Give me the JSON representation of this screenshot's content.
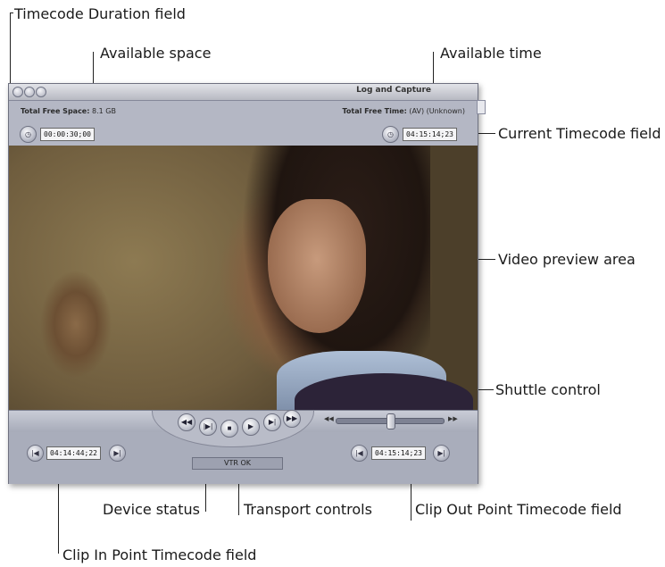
{
  "callouts": {
    "timecode_duration": "Timecode Duration field",
    "available_space": "Available space",
    "available_time": "Available time",
    "current_timecode": "Current Timecode field",
    "video_preview": "Video preview area",
    "shuttle_control": "Shuttle control",
    "device_status": "Device status",
    "transport_controls": "Transport controls",
    "clip_out": "Clip Out Point Timecode field",
    "clip_in": "Clip In Point Timecode field"
  },
  "window": {
    "title": "Log and Capture",
    "free_space_label": "Total Free Space:",
    "free_space_value": "8.1 GB",
    "free_time_label": "Total Free Time:",
    "free_time_value": "(AV) (Unknown)",
    "duration_timecode": "00:00:30;00",
    "current_timecode": "04:15:14;23",
    "in_timecode": "04:14:44;22",
    "out_timecode": "04:15:14;23",
    "device_status": "VTR OK"
  },
  "shuttle": {
    "position": 0.5
  },
  "icons": {
    "traffic_lights": [
      "close-icon",
      "minimize-icon",
      "zoom-icon"
    ],
    "transport": [
      "rewind-icon",
      "play-in-to-out-icon",
      "stop-icon",
      "play-icon",
      "play-around-current-icon",
      "fast-forward-icon"
    ]
  }
}
